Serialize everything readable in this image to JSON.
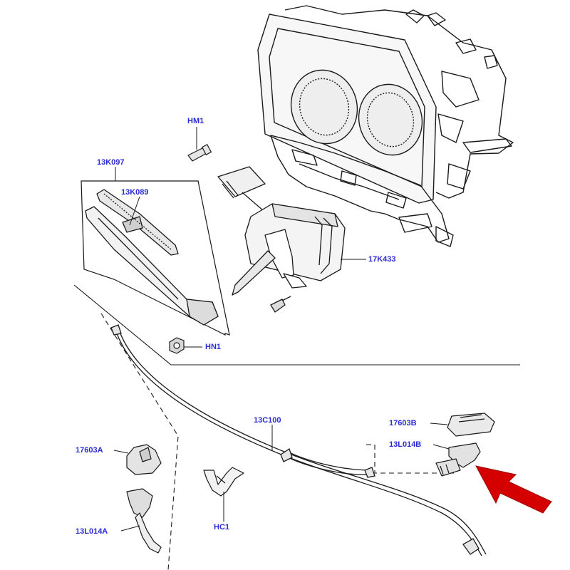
{
  "callouts": {
    "hm1": "HM1",
    "k097": "13K097",
    "k089": "13K089",
    "k433": "17K433",
    "hn1": "HN1",
    "c100": "13C100",
    "b603": "17603B",
    "l014b": "13L014B",
    "a603": "17603A",
    "hc1": "HC1",
    "l014a": "13L014A"
  },
  "colors": {
    "label": "#2b2bd6",
    "line": "#1a1a1a",
    "arrow": "#d40000"
  }
}
